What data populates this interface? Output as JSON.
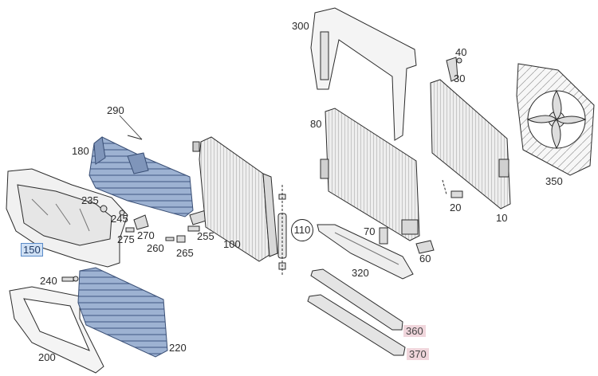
{
  "callouts": [
    {
      "id": "10",
      "style": "plain"
    },
    {
      "id": "20",
      "style": "plain"
    },
    {
      "id": "30",
      "style": "plain"
    },
    {
      "id": "40",
      "style": "plain"
    },
    {
      "id": "60",
      "style": "plain"
    },
    {
      "id": "70",
      "style": "plain"
    },
    {
      "id": "80",
      "style": "plain"
    },
    {
      "id": "100",
      "style": "plain"
    },
    {
      "id": "110",
      "style": "circled"
    },
    {
      "id": "150",
      "style": "highlighted"
    },
    {
      "id": "180",
      "style": "plain"
    },
    {
      "id": "200",
      "style": "plain"
    },
    {
      "id": "220",
      "style": "plain"
    },
    {
      "id": "235",
      "style": "plain"
    },
    {
      "id": "240",
      "style": "plain"
    },
    {
      "id": "245",
      "style": "plain"
    },
    {
      "id": "255",
      "style": "plain"
    },
    {
      "id": "260",
      "style": "plain"
    },
    {
      "id": "265",
      "style": "plain"
    },
    {
      "id": "270",
      "style": "plain"
    },
    {
      "id": "275",
      "style": "plain"
    },
    {
      "id": "290",
      "style": "plain"
    },
    {
      "id": "300",
      "style": "plain"
    },
    {
      "id": "320",
      "style": "plain"
    },
    {
      "id": "350",
      "style": "plain"
    },
    {
      "id": "360",
      "style": "shaded"
    },
    {
      "id": "370",
      "style": "shaded"
    }
  ],
  "colors": {
    "line": "#2b2b2b",
    "part_fill": "#f4f4f4",
    "blue_part": "#8ea6c8",
    "highlight_fill": "#cfe0f4",
    "highlight_border": "#5a8bc9",
    "shaded_label_bg": "#f0d6dc"
  }
}
